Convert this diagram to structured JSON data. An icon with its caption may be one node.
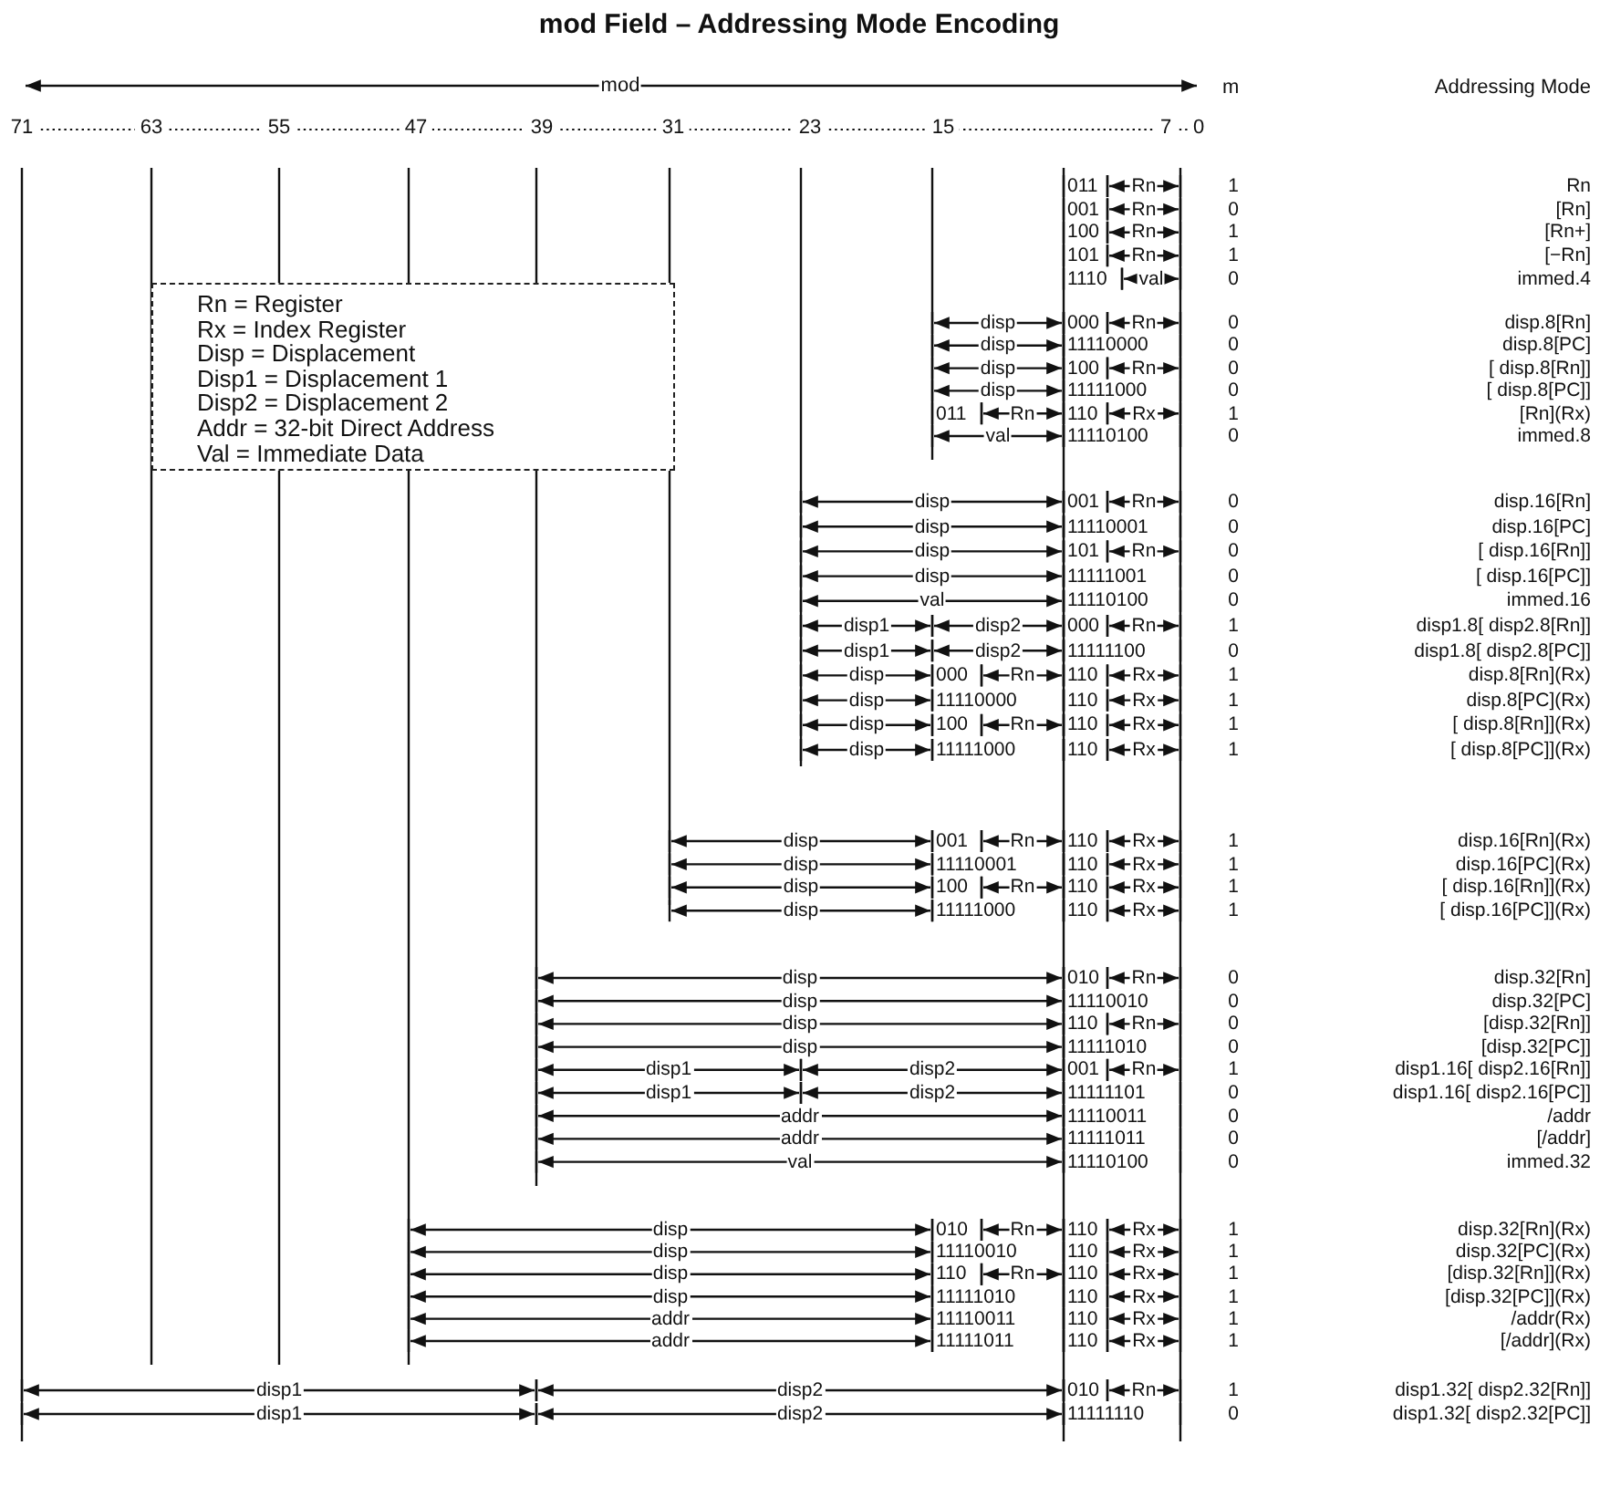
{
  "diagram": {
    "title": "mod Field – Addressing Mode Encoding",
    "nodes": [
      {
        "text": [
          "Rn = Register",
          "Rx = Index Register",
          "Disp = Displacement",
          "Disp1 = Displacement 1",
          "Disp2 = Displacement 2",
          "Addr = 32-bit Direct Address",
          "Val = Immediate Data"
        ]
      }
    ],
    "labels": [
      "mod",
      "m",
      "Addressing Mode",
      "71",
      "63",
      "55",
      "47",
      "39",
      "31",
      "23",
      "15",
      "7",
      "0",
      "011",
      "Rn",
      "1",
      "Rn",
      "001",
      "Rn",
      "0",
      "[Rn]",
      "100",
      "Rn",
      "1",
      "[Rn+]",
      "101",
      "Rn",
      "1",
      "[−Rn]",
      "1110",
      "val",
      "0",
      "immed.4",
      "disp",
      "000",
      "Rn",
      "0",
      "disp.8[Rn]",
      "disp",
      "11110000",
      "0",
      "disp.8[PC]",
      "disp",
      "100",
      "Rn",
      "0",
      "[ disp.8[Rn]]",
      "disp",
      "11111000",
      "0",
      "[ disp.8[PC]]",
      "011",
      "Rn",
      "110",
      "Rx",
      "1",
      "[Rn](Rx)",
      "val",
      "11110100",
      "0",
      "immed.8",
      "disp",
      "001",
      "Rn",
      "0",
      "disp.16[Rn]",
      "disp",
      "11110001",
      "0",
      "disp.16[PC]",
      "disp",
      "101",
      "Rn",
      "0",
      "[ disp.16[Rn]]",
      "disp",
      "11111001",
      "0",
      "[ disp.16[PC]]",
      "val",
      "11110100",
      "0",
      "immed.16",
      "disp1",
      "disp2",
      "000",
      "Rn",
      "1",
      "disp1.8[ disp2.8[Rn]]",
      "disp1",
      "disp2",
      "11111100",
      "0",
      "disp1.8[ disp2.8[PC]]",
      "disp",
      "000",
      "Rn",
      "110",
      "Rx",
      "1",
      "disp.8[Rn](Rx)",
      "disp",
      "11110000",
      "110",
      "Rx",
      "1",
      "disp.8[PC](Rx)",
      "disp",
      "100",
      "Rn",
      "110",
      "Rx",
      "1",
      "[ disp.8[Rn]](Rx)",
      "disp",
      "11111000",
      "110",
      "Rx",
      "1",
      "[ disp.8[PC]](Rx)",
      "disp",
      "001",
      "Rn",
      "110",
      "Rx",
      "1",
      "disp.16[Rn](Rx)",
      "disp",
      "11110001",
      "110",
      "Rx",
      "1",
      "disp.16[PC](Rx)",
      "disp",
      "100",
      "Rn",
      "110",
      "Rx",
      "1",
      "[ disp.16[Rn]](Rx)",
      "disp",
      "11111000",
      "110",
      "Rx",
      "1",
      "[ disp.16[PC]](Rx)",
      "disp",
      "010",
      "Rn",
      "0",
      "disp.32[Rn]",
      "disp",
      "11110010",
      "0",
      "disp.32[PC]",
      "disp",
      "110",
      "Rn",
      "0",
      "[disp.32[Rn]]",
      "disp",
      "11111010",
      "0",
      "[disp.32[PC]]",
      "disp1",
      "disp2",
      "001",
      "Rn",
      "1",
      "disp1.16[ disp2.16[Rn]]",
      "disp1",
      "disp2",
      "11111101",
      "0",
      "disp1.16[ disp2.16[PC]]",
      "addr",
      "11110011",
      "0",
      "/addr",
      "addr",
      "11111011",
      "0",
      "[/addr]",
      "val",
      "11110100",
      "0",
      "immed.32",
      "disp",
      "010",
      "Rn",
      "110",
      "Rx",
      "1",
      "disp.32[Rn](Rx)",
      "disp",
      "11110010",
      "110",
      "Rx",
      "1",
      "disp.32[PC](Rx)",
      "disp",
      "110",
      "Rn",
      "110",
      "Rx",
      "1",
      "[disp.32[Rn]](Rx)",
      "disp",
      "11111010",
      "110",
      "Rx",
      "1",
      "[disp.32[PC]](Rx)",
      "addr",
      "11110011",
      "110",
      "Rx",
      "1",
      "/addr(Rx)",
      "addr",
      "11111011",
      "110",
      "Rx",
      "1",
      "[/addr](Rx)",
      "disp1",
      "disp2",
      "010",
      "Rn",
      "1",
      "disp1.32[ disp2.32[Rn]]",
      "disp1",
      "disp2",
      "11111110",
      "0",
      "disp1.32[ disp2.32[PC]]"
    ]
  }
}
